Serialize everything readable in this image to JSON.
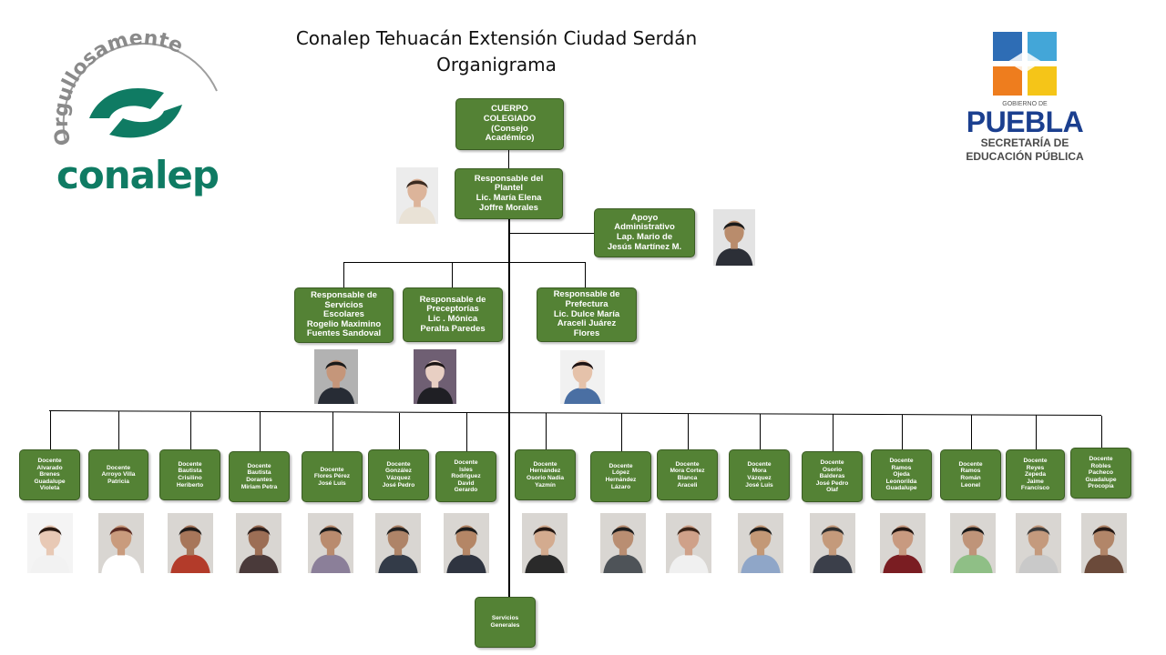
{
  "header": {
    "title_line1": "Conalep Tehuacán Extensión Ciudad Serdán",
    "title_line2": "Organigrama"
  },
  "logos": {
    "conalep": {
      "slogan": "Orgullosamente",
      "name": "conalep",
      "color": "#0f7b63"
    },
    "puebla": {
      "gobierno": "GOBIERNO DE",
      "name": "PUEBLA",
      "secretaria_line1": "SECRETARÍA DE",
      "secretaria_line2": "EDUCACIÓN PÚBLICA",
      "colors": [
        "#2e6db5",
        "#43a6d8",
        "#ee7d1e",
        "#f5c518"
      ]
    }
  },
  "colors": {
    "node_fill": "#548235",
    "node_text": "#ffffff",
    "connector": "#000000"
  },
  "nodes": {
    "cuerpo_colegiado": "CUERPO\nCOLEGIADO\n(Consejo\nAcadémico)",
    "responsable_plantel": "Responsable del\nPlantel\nLic. María Elena\nJoffre Morales",
    "apoyo_administrativo": "Apoyo\nAdministrativo\nLap. Mario de\nJesús Martínez M.",
    "servicios_escolares": "Responsable de\nServicios\nEscolares\nRogelio Maximino\nFuentes Sandoval",
    "preceptorias": "Responsable de\nPreceptorías\nLic . Mónica\nPeralta Paredes",
    "prefectura": "Responsable de\nPrefectura\nLic. Dulce María\nAraceli Juárez\nFlores",
    "servicios_generales": "Servicios\nGenerales"
  },
  "docentes": [
    "Docente\nAlvarado\nBrenes\nGuadalupe\nVioleta",
    "Docente\nArroyo Villa\nPatricia",
    "Docente\nBautista\nCrisilino\nHeriberto",
    "Docente\nBautista\nDorantes\nMiriam Petra",
    "Docente\nFlores Pérez\nJosé Luis",
    "Docente\nGonzález\nVázquez\nJosé Pedro",
    "Docente\nIsles\nRodríguez\nDavid\nGerardo",
    "Docente\nHernández\nOsorio Nadia\nYazmín",
    "Docente\nLópez\nHernández\nLázaro",
    "Docente\nMora Cortez\nBlanca\nAraceli",
    "Docente\nMora\nVázquez\nJosé Luis",
    "Docente\nOsorio\nBalderas\nJosé Pedro\nOlaf",
    "Docente\nRamos\nOjeda\nLeonorilda\nGuadalupe",
    "Docente\nRamos\nRomán\nLeonel",
    "Docente\nReyes\nZepeda\nJaime\nFrancisco",
    "Docente\nRobles\nPacheco\nGuadalupe\nProcopia"
  ]
}
